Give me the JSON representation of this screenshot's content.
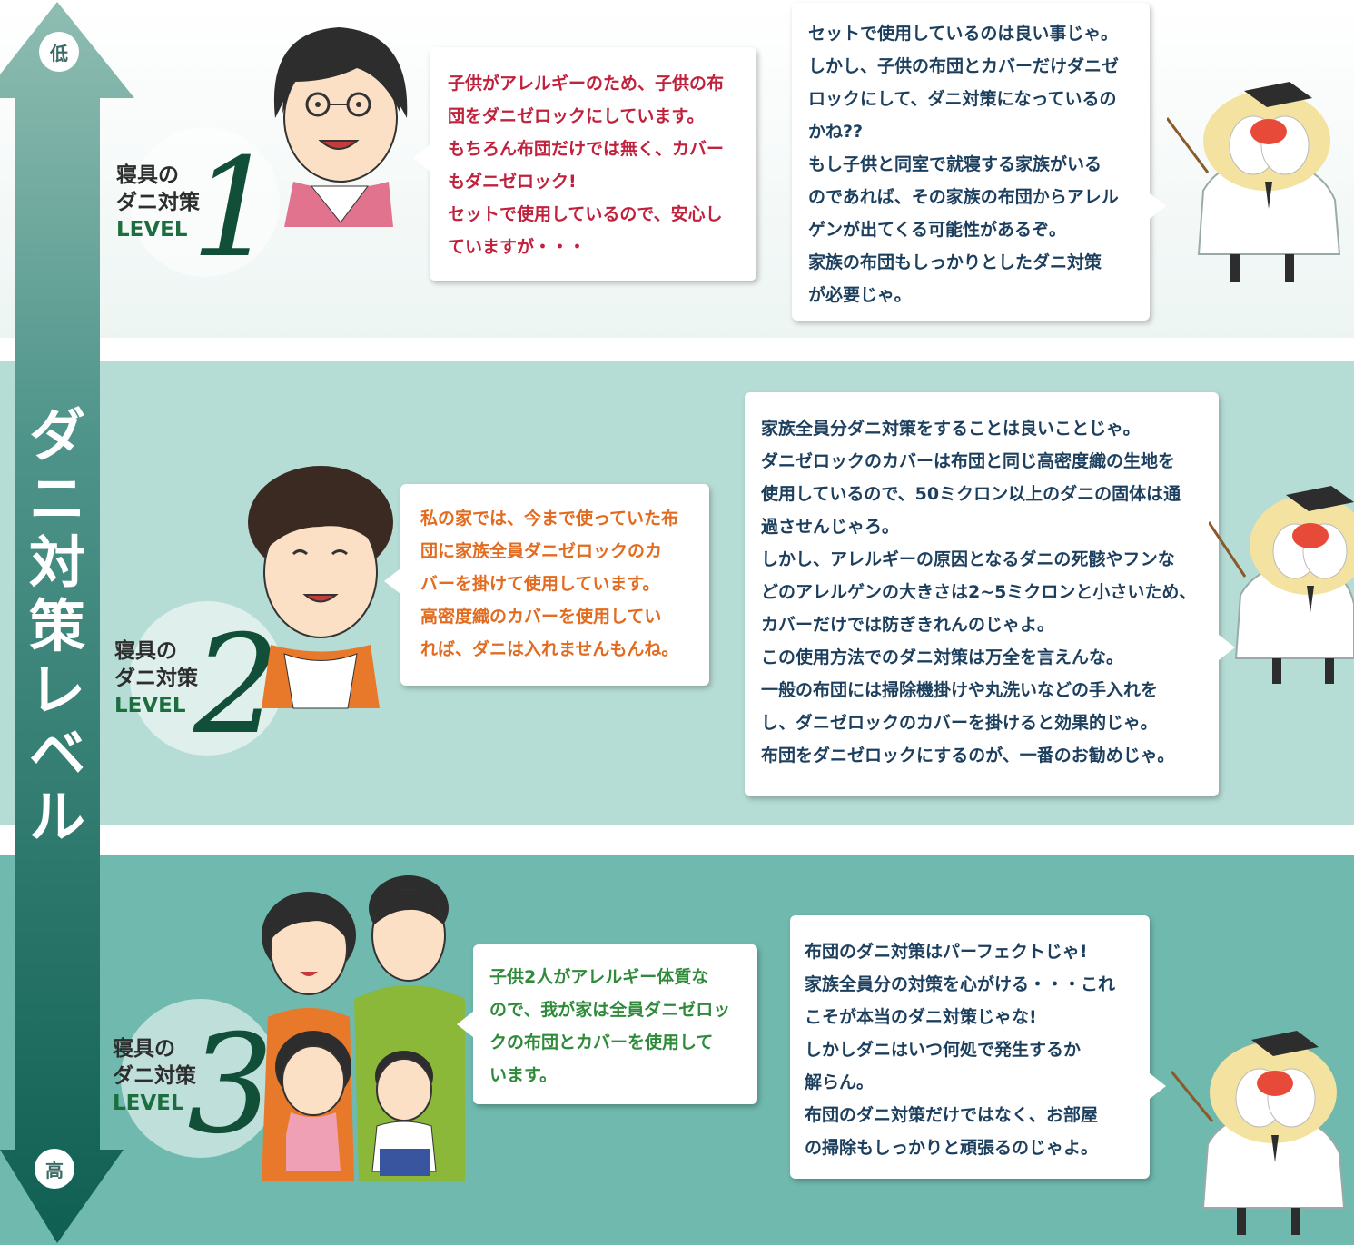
{
  "axis": {
    "low": "低",
    "high": "高",
    "title": [
      "ダ",
      "ニ",
      "対",
      "策",
      "レ",
      "ベ",
      "ル"
    ]
  },
  "levels": [
    {
      "badge": {
        "line1": "寝具の",
        "line2": "ダニ対策",
        "line3": "LEVEL",
        "number": "1"
      },
      "person_bubble": [
        "子供がアレルギーのため、子供の布",
        "団をダニゼロックにしています。",
        "もちろん布団だけでは無く、カバー",
        "もダニゼロック!",
        "セットで使用しているので、安心し",
        "ていますが・・・"
      ],
      "doctor_bubble": [
        "セットで使用しているのは良い事じゃ。",
        "しかし、子供の布団とカバーだけダニゼ",
        "ロックにして、ダニ対策になっているの",
        "かね??",
        "もし子供と同室で就寝する家族がいる",
        "のであれば、その家族の布団からアレル",
        "ゲンが出てくる可能性があるぞ。",
        "家族の布団もしっかりとしたダニ対策",
        "が必要じゃ。"
      ]
    },
    {
      "badge": {
        "line1": "寝具の",
        "line2": "ダニ対策",
        "line3": "LEVEL",
        "number": "2"
      },
      "person_bubble": [
        "私の家では、今まで使っていた布",
        "団に家族全員ダニゼロックのカ",
        "バーを掛けて使用しています。",
        "高密度織のカバーを使用してい",
        "れば、ダニは入れませんもんね。"
      ],
      "doctor_bubble": [
        "家族全員分ダニ対策をすることは良いことじゃ。",
        "ダニゼロックのカバーは布団と同じ高密度織の生地を",
        "使用しているので、50ミクロン以上のダニの固体は通",
        "過させんじゃろ。",
        "しかし、アレルギーの原因となるダニの死骸やフンな",
        "どのアレルゲンの大きさは2~5ミクロンと小さいため、",
        "カバーだけでは防ぎきれんのじゃよ。",
        "この使用方法でのダニ対策は万全を言えんな。",
        "一般の布団には掃除機掛けや丸洗いなどの手入れを",
        "し、ダニゼロックのカバーを掛けると効果的じゃ。",
        "布団をダニゼロックにするのが、一番のお勧めじゃ。"
      ]
    },
    {
      "badge": {
        "line1": "寝具の",
        "line2": "ダニ対策",
        "line3": "LEVEL",
        "number": "3"
      },
      "person_bubble": [
        "子供2人がアレルギー体質な",
        "ので、我が家は全員ダニゼロッ",
        "クの布団とカバーを使用して",
        "います。"
      ],
      "doctor_bubble": [
        "布団のダニ対策はパーフェクトじゃ!",
        "家族全員分の対策を心がける・・・これ",
        "こそが本当のダニ対策じゃな!",
        "しかしダニはいつ何処で発生するか",
        "解らん。",
        "布団のダニ対策だけではなく、お部屋",
        "の掃除もしっかりと頑張るのじゃよ。"
      ]
    }
  ],
  "colors": {
    "band_top": "#edf5f3",
    "band_middle": "#b6dcd6",
    "band_bottom": "#6fb9ae",
    "axis_top": "#7fb3a8",
    "axis_bottom": "#0f5f52",
    "level1_text": "#c0213d",
    "level2_text": "#e26b1f",
    "level3_text": "#2f8a3a",
    "doctor_text": "#1d3f5e"
  }
}
